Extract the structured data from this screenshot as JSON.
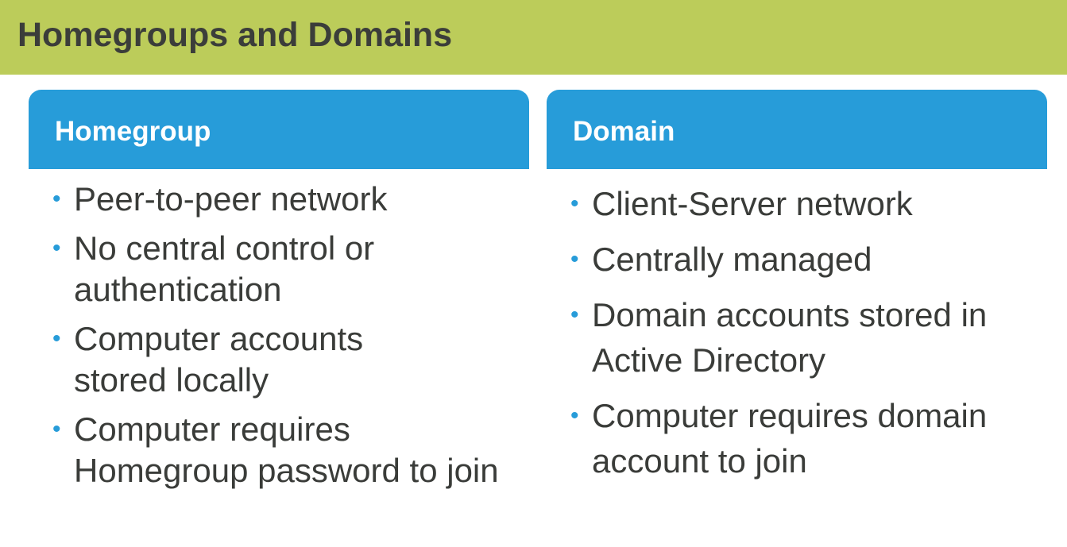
{
  "title": "Homegroups and Domains",
  "columns": [
    {
      "header": "Homegroup",
      "items": [
        "Peer-to-peer network",
        "No central control or authentication",
        "Computer accounts stored locally",
        "Computer requires Homegroup password to join"
      ]
    },
    {
      "header": "Domain",
      "items": [
        "Client-Server network",
        "Centrally managed",
        "Domain accounts stored in Active Directory",
        "Computer requires domain account to join"
      ]
    }
  ],
  "colors": {
    "title_bar": "#bccc5a",
    "header_fill": "#279cd9",
    "bullet": "#279cd9",
    "text": "#3a3c39"
  }
}
